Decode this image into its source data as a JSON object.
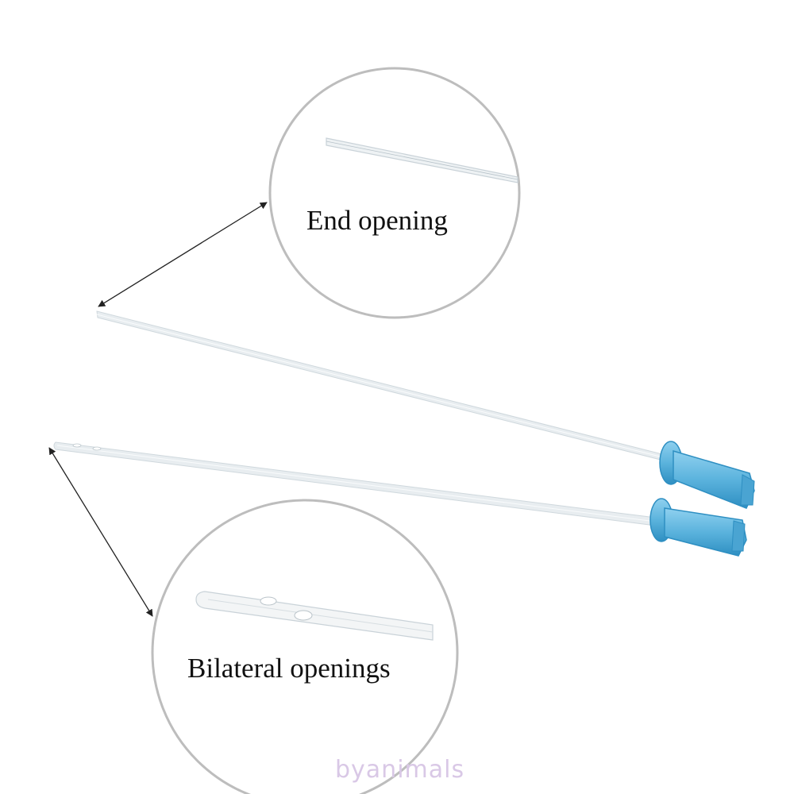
{
  "callouts": {
    "end_label": "End opening",
    "bilateral_label": "Bilateral openings"
  },
  "watermark": "byanimals",
  "colors": {
    "hub_blue": "#5bb3dd",
    "hub_blue_dark": "#2e8fc2",
    "tube": "#dfe6ea",
    "circle_stroke": "#bdbdbd",
    "arrow": "#222222"
  }
}
